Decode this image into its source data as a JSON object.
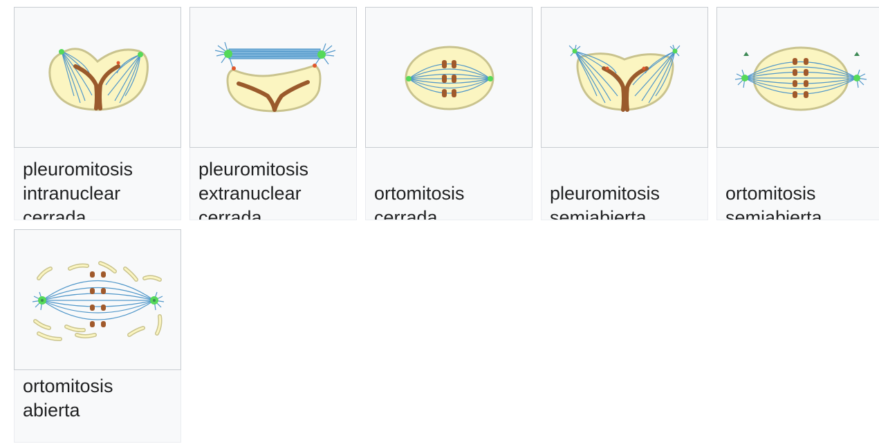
{
  "gallery": {
    "items": [
      {
        "caption_lines": [
          "pleuromitosis",
          "intranuclear",
          "cerrada"
        ],
        "diagram": "pleuromitosis-intranuclear-cerrada"
      },
      {
        "caption_lines": [
          "pleuromitosis",
          "extranuclear",
          "cerrada"
        ],
        "diagram": "pleuromitosis-extranuclear-cerrada"
      },
      {
        "caption_lines": [
          "ortomitosis",
          "cerrada"
        ],
        "diagram": "ortomitosis-cerrada"
      },
      {
        "caption_lines": [
          "pleuromitosis",
          "semiabierta"
        ],
        "diagram": "pleuromitosis-semiabierta"
      },
      {
        "caption_lines": [
          "ortomitosis",
          "semiabierta"
        ],
        "diagram": "ortomitosis-semiabierta"
      },
      {
        "caption_lines": [
          "ortomitosis",
          "abierta"
        ],
        "diagram": "ortomitosis-abierta"
      }
    ]
  },
  "colors": {
    "thumb_bg": "#f8f9fa",
    "nucleus_fill": "#fbf5c1",
    "spindle_fiber": "#4f96c9",
    "chromosome": "#a0592b",
    "centrosome": "#55d95a",
    "spindle_pole_body": "#e0572b"
  }
}
